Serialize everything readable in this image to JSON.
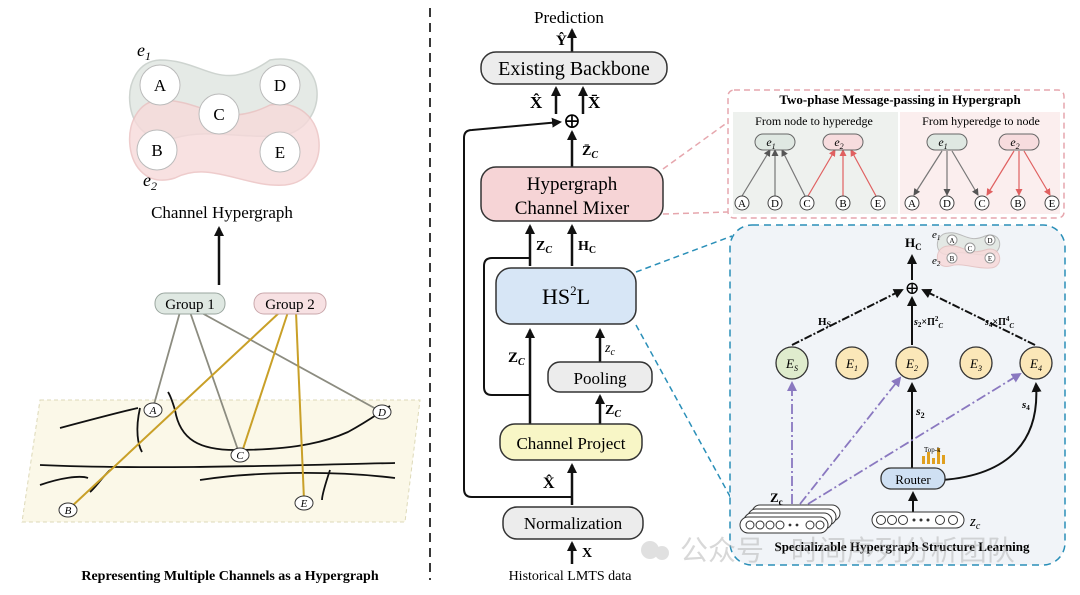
{
  "left": {
    "edge_labels": {
      "e1": "e",
      "e1_sub": "1",
      "e2": "e",
      "e2_sub": "2"
    },
    "nodes": [
      "A",
      "C",
      "D",
      "B",
      "E"
    ],
    "hypergraph_label": "Channel Hypergraph",
    "groups": [
      "Group 1",
      "Group 2"
    ],
    "channel_nodes": [
      "A",
      "D",
      "C",
      "B",
      "E"
    ],
    "caption": "Representing Multiple Channels as a Hypergraph"
  },
  "middle": {
    "prediction": "Prediction",
    "y_hat": "Ŷ",
    "backbone": "Existing Backbone",
    "x_hat": "X̂",
    "x_bar": "X̄",
    "oplus": "⊕",
    "z_bar": "Z̄",
    "z_bar_sub": "C",
    "mixer_line1": "Hypergraph",
    "mixer_line2": "Channel Mixer",
    "z_c": "Z",
    "z_c_sub": "C",
    "h_c": "H",
    "h_c_sub": "C",
    "hs2l": "HS",
    "hs2l_sup": "2",
    "hs2l_tail": "L",
    "small_z": "z",
    "small_z_sub": "c",
    "pooling": "Pooling",
    "channel_project": "Channel Project",
    "x_hat2": "X̂",
    "normalization": "Normalization",
    "x_in": "X",
    "historical": "Historical LMTS data"
  },
  "mp": {
    "title": "Two-phase Message-passing in Hypergraph",
    "left_title": "From node to hyperedge",
    "right_title": "From hyperedge to node",
    "edges": [
      "e",
      "e"
    ],
    "edge_subs": [
      "1",
      "2"
    ],
    "nodes": [
      "A",
      "D",
      "C",
      "B",
      "E"
    ]
  },
  "shsl": {
    "h_c": "H",
    "h_c_sub": "C",
    "mini_e1": "e",
    "mini_e1_sub": "1",
    "mini_e2": "e",
    "mini_e2_sub": "2",
    "mini_nodes": [
      "A",
      "C",
      "D",
      "B",
      "E"
    ],
    "oplus": "⊕",
    "h_s": "H",
    "h_s_sub": "S",
    "s2_pi": "s",
    "s2_pi_sub": "2",
    "s2_pi_tail": "×Π",
    "s2_pi_tail_sup": "2",
    "s2_pi_tail_sub": "C",
    "s4_pi": "s",
    "s4_pi_sub": "4",
    "s4_pi_tail": "×Π",
    "s4_pi_tail_sup": "4",
    "s4_pi_tail_sub": "C",
    "experts": [
      "E",
      "E",
      "E",
      "E",
      "E"
    ],
    "expert_subs": [
      "S",
      "1",
      "2",
      "3",
      "4"
    ],
    "s2": "s",
    "s2_sub": "2",
    "s4": "s",
    "s4_sub": "4",
    "topk": "Top-k",
    "router": "Router",
    "zc_big": "Z",
    "zc_big_sub": "c",
    "zc_small": "z",
    "zc_small_sub": "c",
    "caption": "Specializable Hypergraph Structure Learning"
  },
  "watermark": "公众号 · 时间序列分析团队"
}
